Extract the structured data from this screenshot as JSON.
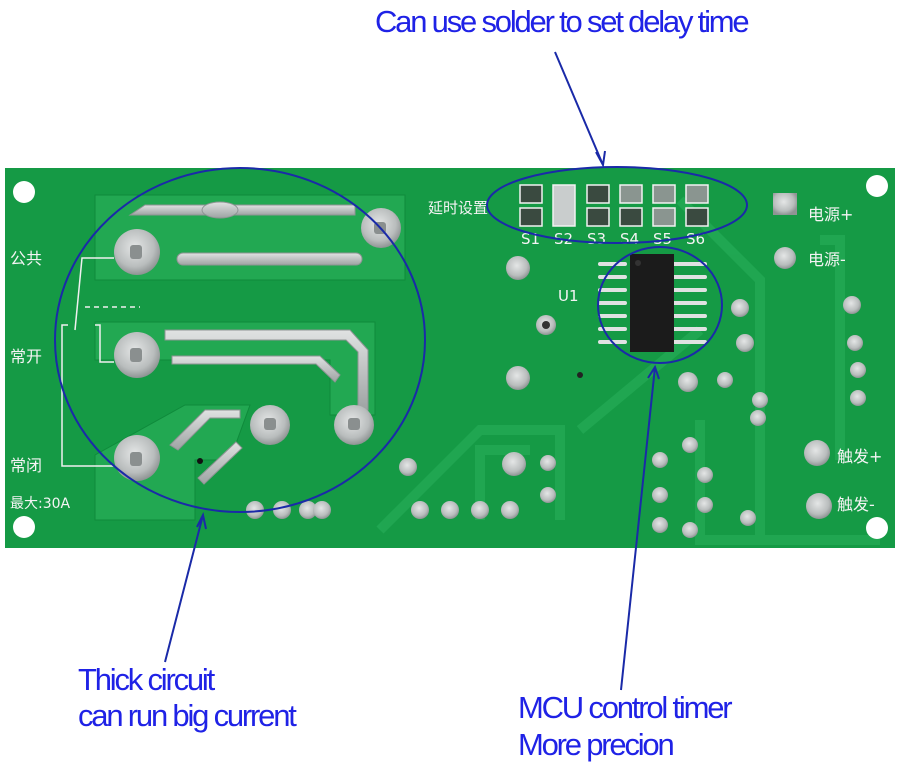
{
  "annotations": {
    "delay": "Can use solder to set delay time",
    "thick_line1": "Thick circuit",
    "thick_line2": "can run big current",
    "mcu_line1": "MCU control timer",
    "mcu_line2": "More precion"
  },
  "silkscreen": {
    "common": "公共",
    "normally_open": "常开",
    "normally_closed": "常闭",
    "max_current": "最大:30A",
    "delay_setting": "延时设置",
    "jumpers": [
      "S1",
      "S2",
      "S3",
      "S4",
      "S5",
      "S6"
    ],
    "chip_ref": "U1",
    "power_plus": "电源+",
    "power_minus": "电源-",
    "trigger_plus": "触发+",
    "trigger_minus": "触发-"
  },
  "colors": {
    "board": "#159a45",
    "annotation": "#1f22e6",
    "circle": "#1a2aa8"
  }
}
